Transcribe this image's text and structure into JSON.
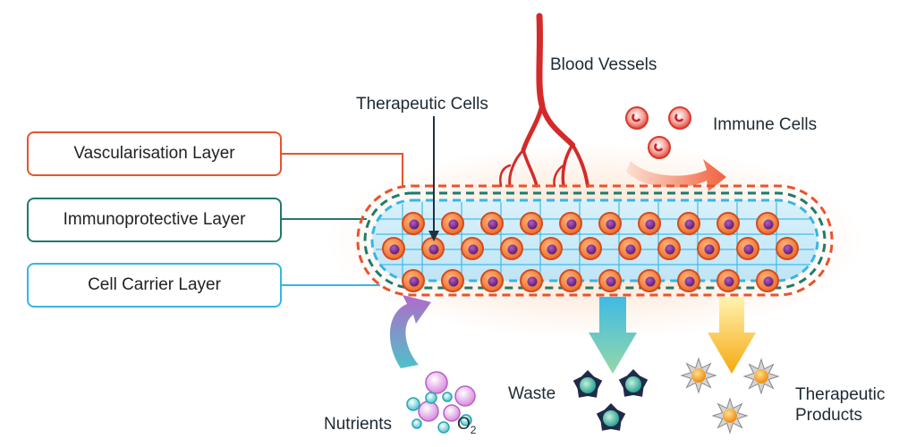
{
  "layers": {
    "vascularisation": "Vascularisation Layer",
    "immunoprotective": "Immunoprotective Layer",
    "cell_carrier": "Cell Carrier Layer"
  },
  "labels": {
    "therapeutic_cells": "Therapeutic Cells",
    "blood_vessels": "Blood Vessels",
    "immune_cells": "Immune Cells",
    "waste": "Waste",
    "nutrients": "Nutrients",
    "o2_base": "O",
    "o2_sub": "2",
    "therapeutic_products_line1": "Therapeutic",
    "therapeutic_products_line2": "Products"
  },
  "colors": {
    "vascularisation": "#e8532d",
    "immunoprotective": "#1f7a6c",
    "cell_carrier": "#35b6e6",
    "blood": "#d42a2a",
    "cell_fill": "#f07a3c",
    "nucleus": "#7a2a8c",
    "waste_arrow": "#3fb7d9",
    "products_arrow": "#f5b81c",
    "nutrients_arrow": "#9b6bbf"
  }
}
